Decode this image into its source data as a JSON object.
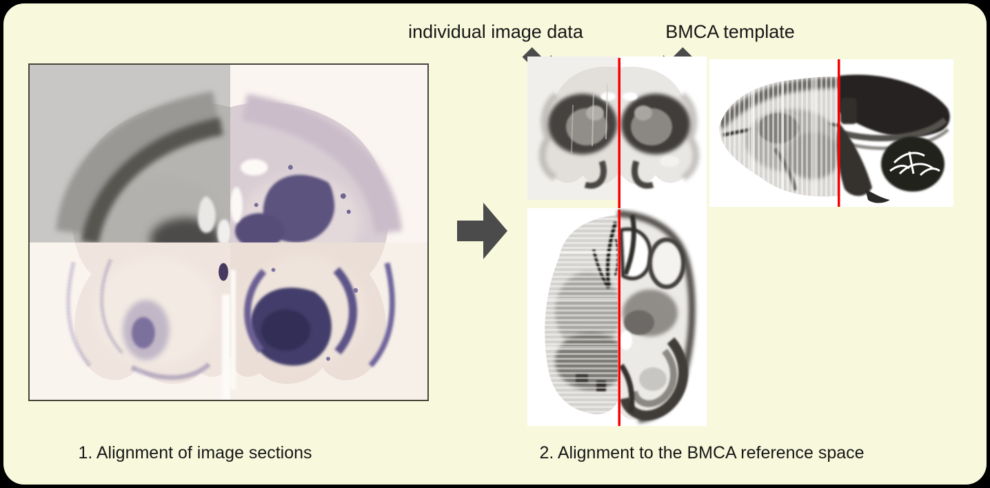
{
  "labels": {
    "individual_data": "individual image data",
    "bmca_template": "BMCA template"
  },
  "captions": {
    "step_1": "1. Alignment of image sections",
    "step_2": "2. Alignment to the BMCA reference space"
  },
  "colors": {
    "page_bg": "#000000",
    "panel_bg": "#f8f9dc",
    "text": "#161616",
    "arrow": "#4b4b4b",
    "alignment_line": "#f60000",
    "montage_border": "#45453a"
  },
  "icons": {
    "flow": "arrow-right-icon",
    "individual_pointer": "arrow-down-right-icon",
    "template_pointer": "arrow-down-left-icon"
  }
}
